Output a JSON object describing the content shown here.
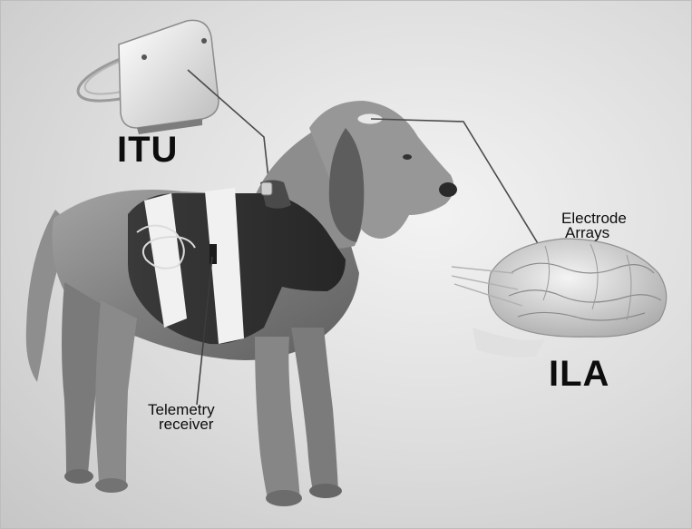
{
  "labels": {
    "itu": "ITU",
    "ila": "ILA",
    "electrode_line1": "Electrode",
    "electrode_line2": "Arrays",
    "telemetry_line1": "Telemetry",
    "telemetry_line2": "receiver"
  },
  "colors": {
    "background": "#d6d6d6",
    "dog_fur": "#8a8a8a",
    "vest": "#2e2e2e",
    "straps": "#f0f0f0",
    "brain": "#cfcfcf",
    "label_text": "#0d0d0d"
  }
}
